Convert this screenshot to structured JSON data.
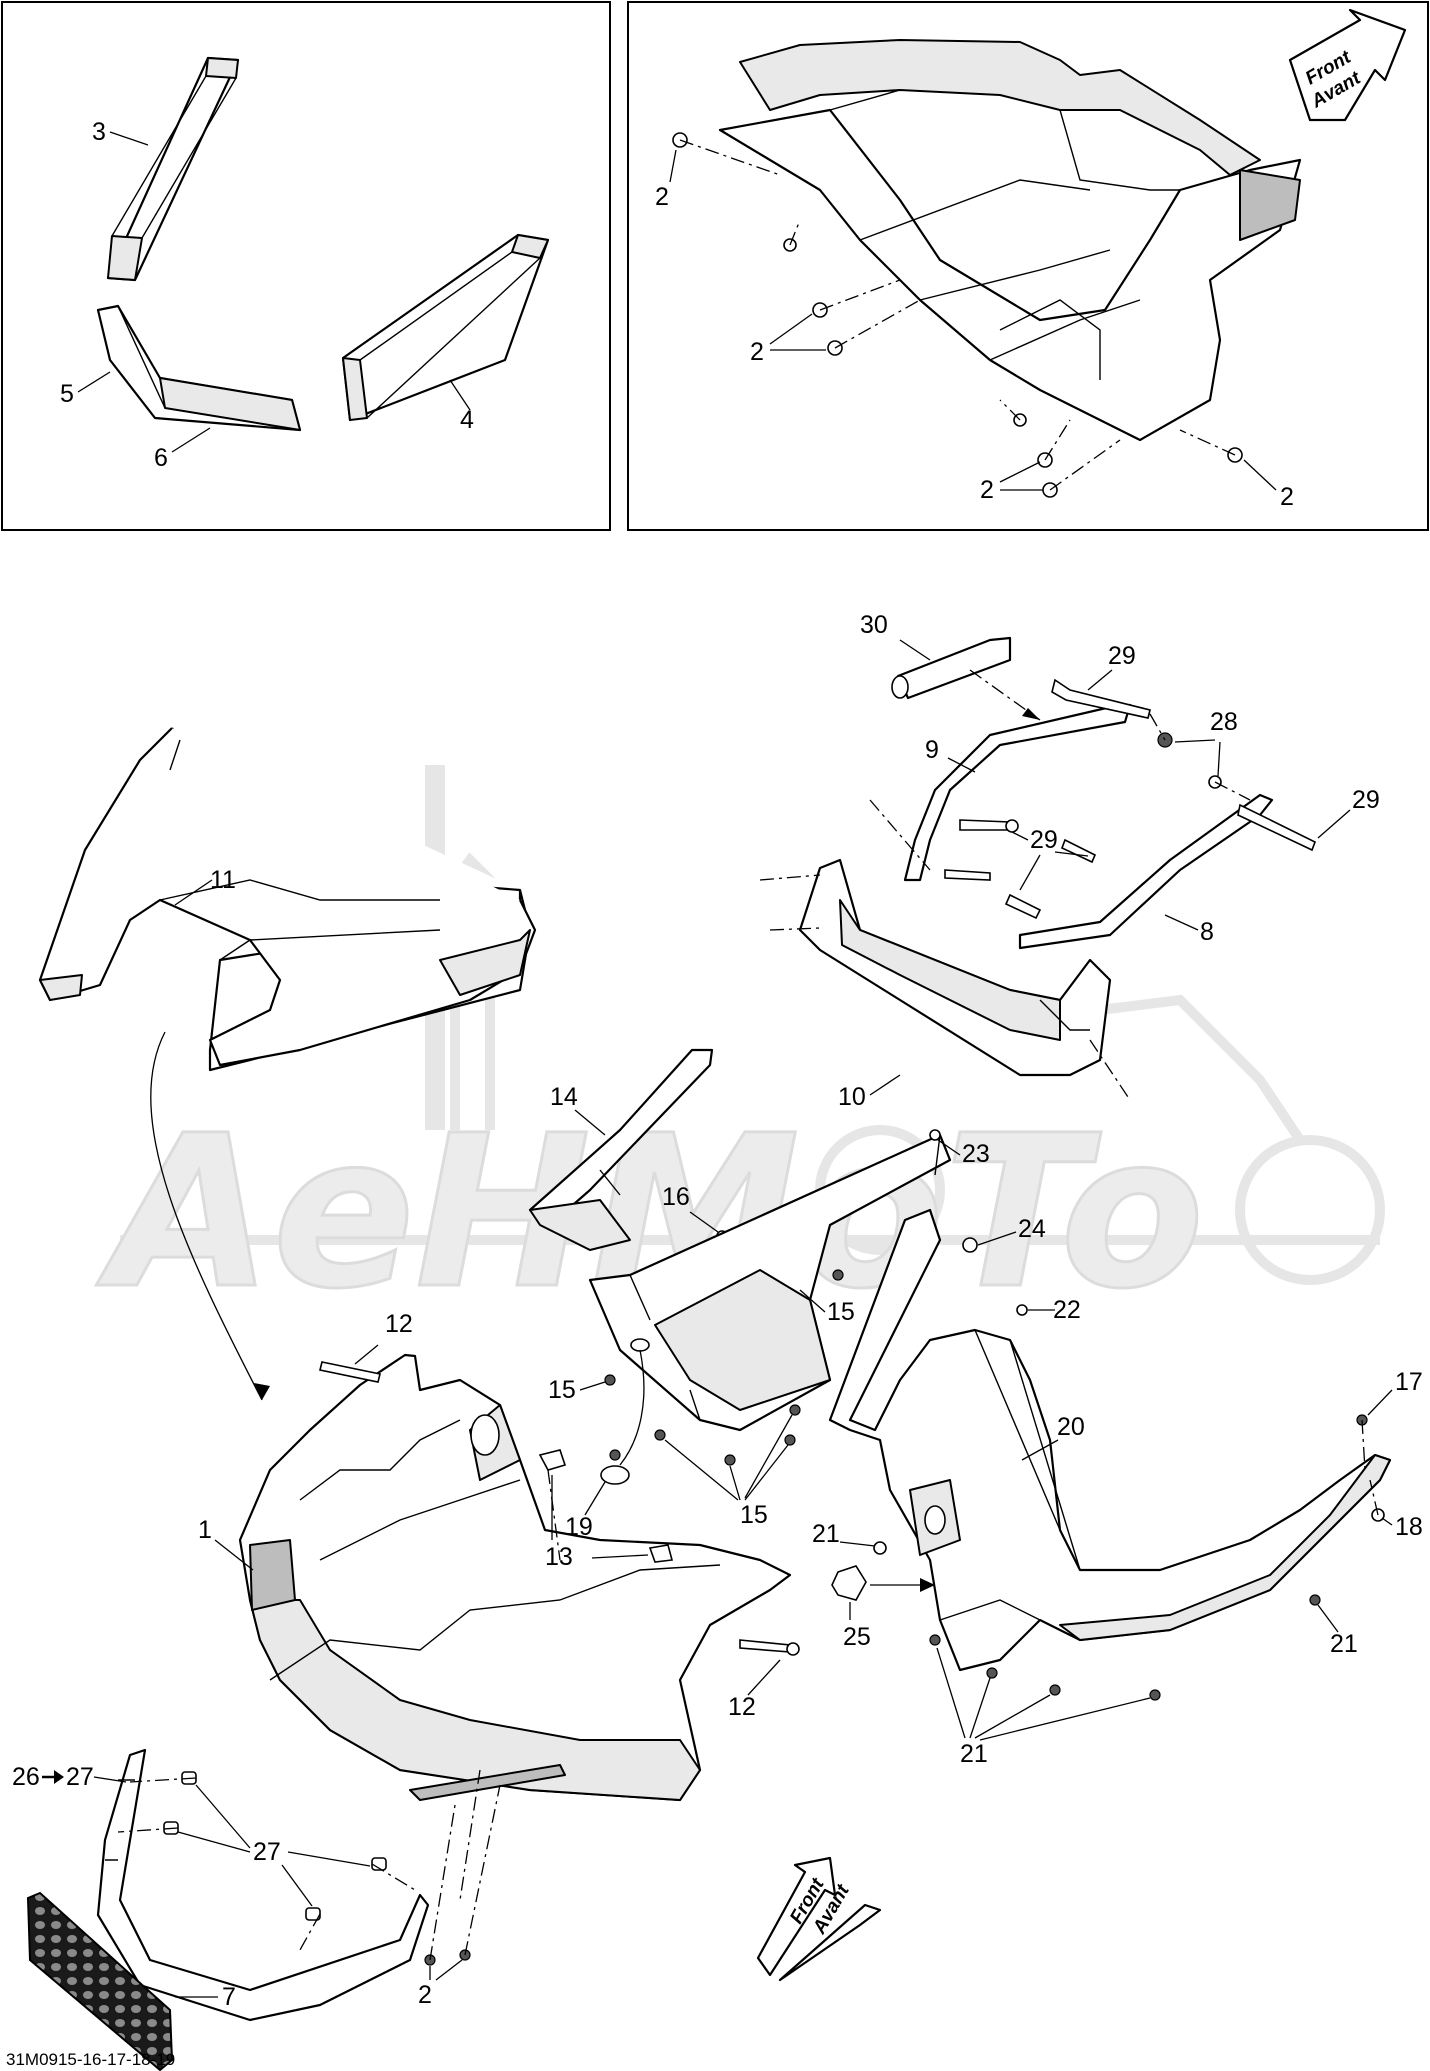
{
  "callouts": {
    "c1": "1",
    "c2a": "2",
    "c2b": "2",
    "c2c": "2",
    "c2d": "2",
    "c3": "3",
    "c4": "4",
    "c5": "5",
    "c6": "6",
    "c7": "7",
    "c8": "8",
    "c9": "9",
    "c10": "10",
    "c11": "11",
    "c12a": "12",
    "c12b": "12",
    "c13": "13",
    "c14": "14",
    "c15a": "15",
    "c15b": "15",
    "c15c": "15",
    "c16": "16",
    "c17": "17",
    "c18": "18",
    "c19": "19",
    "c20": "20",
    "c21a": "21",
    "c21b": "21",
    "c21c": "21",
    "c22": "22",
    "c23": "23",
    "c24": "24",
    "c25": "25",
    "c26": "26",
    "c27a": "27",
    "c27b": "27",
    "c28": "28",
    "c29a": "29",
    "c29b": "29",
    "c29c": "29",
    "c30": "30"
  },
  "direction_arrows": {
    "top": {
      "line1": "Front",
      "line2": "Avant"
    },
    "bottom": {
      "line1": "Front",
      "line2": "Avant"
    }
  },
  "watermark": {
    "text": "AeHMoTo"
  },
  "reference_code": "31M0915-16-17-18-19",
  "icons": {
    "front_arrow": "front-direction-arrow-icon",
    "see_arrow": "right-arrow-icon"
  },
  "colors": {
    "line": "#000000",
    "background": "#ffffff",
    "watermark": "#e6e6e6"
  }
}
